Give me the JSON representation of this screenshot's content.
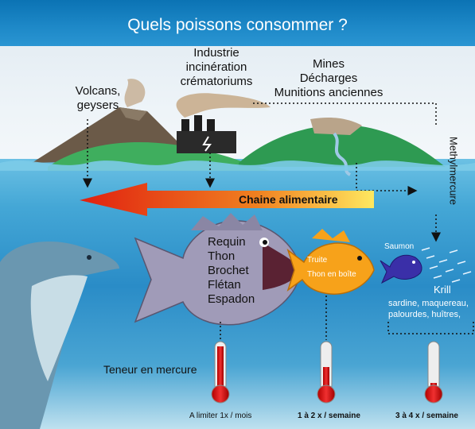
{
  "header": {
    "title": "Quels poissons consommer ?"
  },
  "sources": {
    "volcans": [
      "Volcans,",
      "geysers"
    ],
    "industrie": [
      "Industrie",
      "incinération",
      "crématoriums"
    ],
    "mines": [
      "Mines",
      "Décharges",
      "Munitions anciennes"
    ]
  },
  "methylmercure": "Methylmercure",
  "chain_label": "Chaine alimentaire",
  "big_fish": [
    "Requin",
    "Thon",
    "Brochet",
    "Flétan",
    "Espadon"
  ],
  "mid_fish": {
    "truite": "Truite",
    "thon_boite": "Thon en boîte"
  },
  "saumon": "Saumon",
  "krill": "Krill",
  "small_fish": "sardine, maquereau, palourdes, huîtres,",
  "teneur": "Teneur en mercure",
  "frequencies": [
    "A limiter 1x / mois",
    "1 à 2 x / semaine",
    "3 à 4 x / semaine"
  ],
  "colors": {
    "header": "#1a82c2",
    "arrow_start": "#e02010",
    "arrow_end": "#ffe860",
    "fish_big": "#a09bb8",
    "fish_mid": "#f7a21a",
    "fish_small": "#3a2fa8",
    "thermometer": "#d01818"
  }
}
